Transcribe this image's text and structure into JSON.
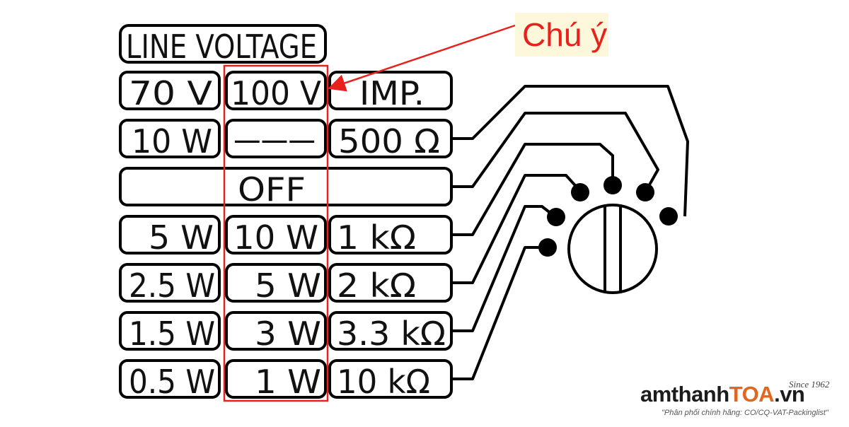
{
  "header": {
    "title": "LINE VOLTAGE"
  },
  "columns": [
    {
      "id": "v70",
      "label": "70 V",
      "items": [
        "10 W",
        "",
        "5 W",
        "2.5 W",
        "1.5 W",
        "0.5 W"
      ]
    },
    {
      "id": "v100",
      "label": "100 V",
      "items": [
        "———",
        "",
        "10 W",
        "5 W",
        "3 W",
        "1 W"
      ]
    },
    {
      "id": "imp",
      "label": "IMP.",
      "items": [
        "500 Ω",
        "",
        "1 kΩ",
        "2 kΩ",
        "3.3 kΩ",
        "10 kΩ"
      ]
    }
  ],
  "off_label": "OFF",
  "annotation": {
    "text": "Chú ý",
    "color": "#e8211c"
  },
  "highlight_color": "#e8211c",
  "logo": {
    "prefix": "amthanh",
    "brand": "TOA",
    "suffix": ".vn",
    "since": "Since 1962",
    "tagline": "\"Phân phối chính hãng: CO/CQ-VAT-Packinglist\"",
    "brand_color": "#e1661f"
  }
}
